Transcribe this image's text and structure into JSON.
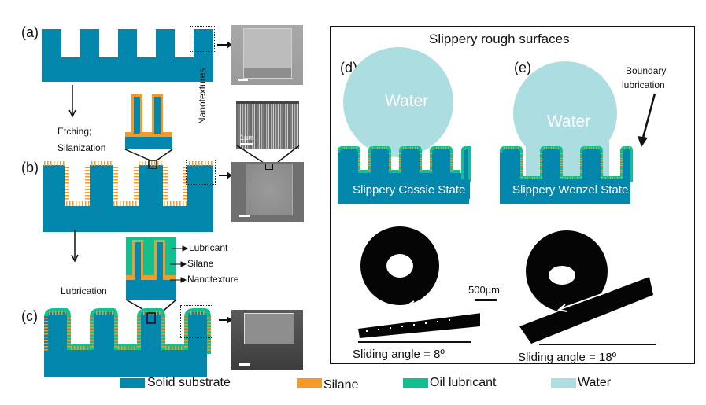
{
  "colors": {
    "substrate": "#0487ad",
    "silane": "#f39a2b",
    "lubricant": "#13bf8e",
    "water": "#acdde1",
    "frame": "#111111"
  },
  "left": {
    "panel_a": "(a)",
    "panel_b": "(b)",
    "panel_c": "(c)",
    "step1": [
      "Etching;",
      "Silanization"
    ],
    "step2": "Lubrication",
    "nanotextures_label": "Nanotextures",
    "scale_1um": "1µm",
    "callouts": [
      "Lubricant",
      "Silane",
      "Nanotexture"
    ]
  },
  "right": {
    "title": "Slippery rough surfaces",
    "panel_d": "(d)",
    "panel_e": "(e)",
    "water_d": "Water",
    "water_e": "Water",
    "state_d": "Slippery Cassie State",
    "state_e": "Slippery Wenzel State",
    "boundary": [
      "Boundary",
      "lubrication"
    ],
    "scale_500": "500µm",
    "angle_d": "Sliding angle = 8º",
    "angle_e": "Sliding angle = 18º"
  },
  "legend": [
    {
      "label": "Solid substrate",
      "color": "#0487ad"
    },
    {
      "label": "Silane",
      "color": "#f39a2b"
    },
    {
      "label": "Oil lubricant",
      "color": "#13bf8e"
    },
    {
      "label": "Water",
      "color": "#acdde1"
    }
  ]
}
